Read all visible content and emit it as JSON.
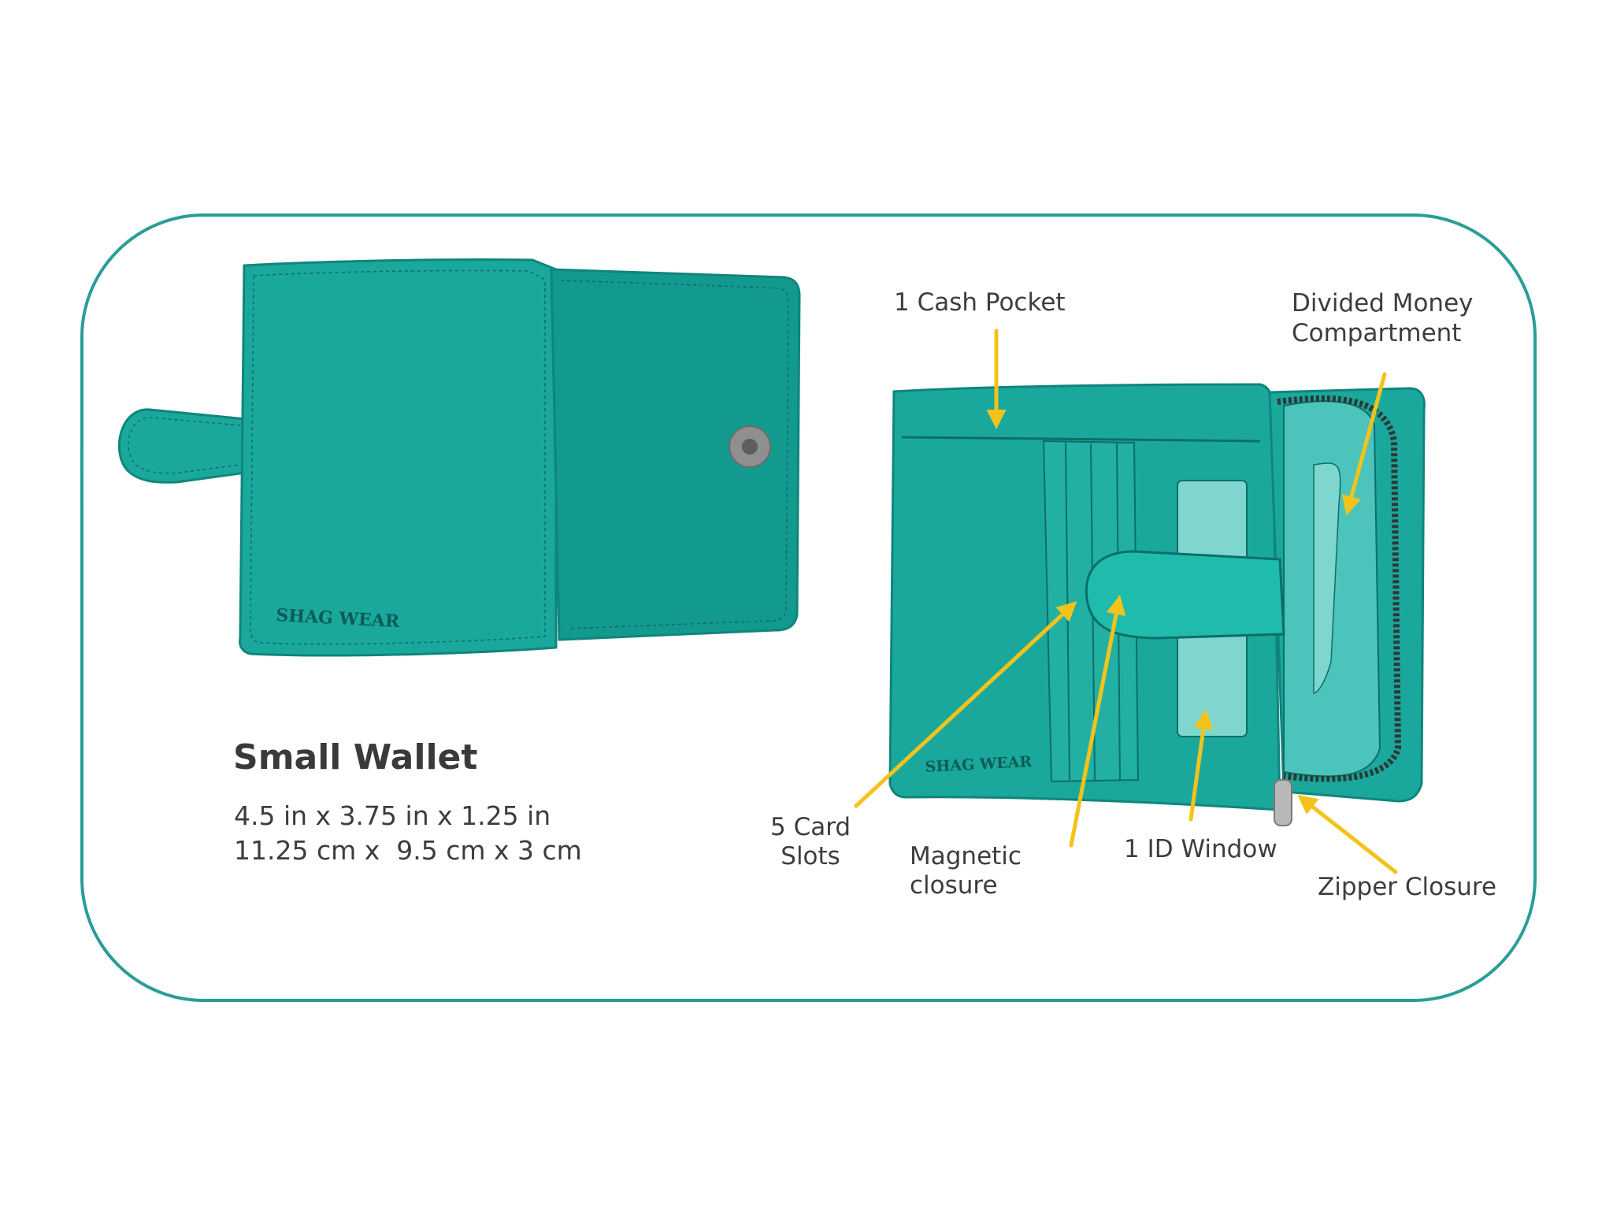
{
  "product": {
    "title": "Small Wallet",
    "dimensions_imperial": "4.5 in x 3.75 in x 1.25 in",
    "dimensions_metric": "11.25 cm x  9.5 cm x 3 cm",
    "brand_mark": "SHAG WEAR"
  },
  "callouts": {
    "cash_pocket": "1 Cash Pocket",
    "divided_money": [
      "Divided Money",
      "Compartment"
    ],
    "card_slots": [
      "5 Card",
      "Slots"
    ],
    "magnetic_closure": [
      "Magnetic",
      "closure"
    ],
    "id_window": "1 ID Window",
    "zipper_closure": "Zipper Closure"
  },
  "colors": {
    "frame": "#2a9d97",
    "wallet": "#1ba89c",
    "wallet_dark": "#139a8f",
    "pocket_light": "#4cc3bb",
    "callout_arrow": "#f3c31c",
    "snap": "#8f8f8f",
    "text": "#3d3d3d"
  }
}
